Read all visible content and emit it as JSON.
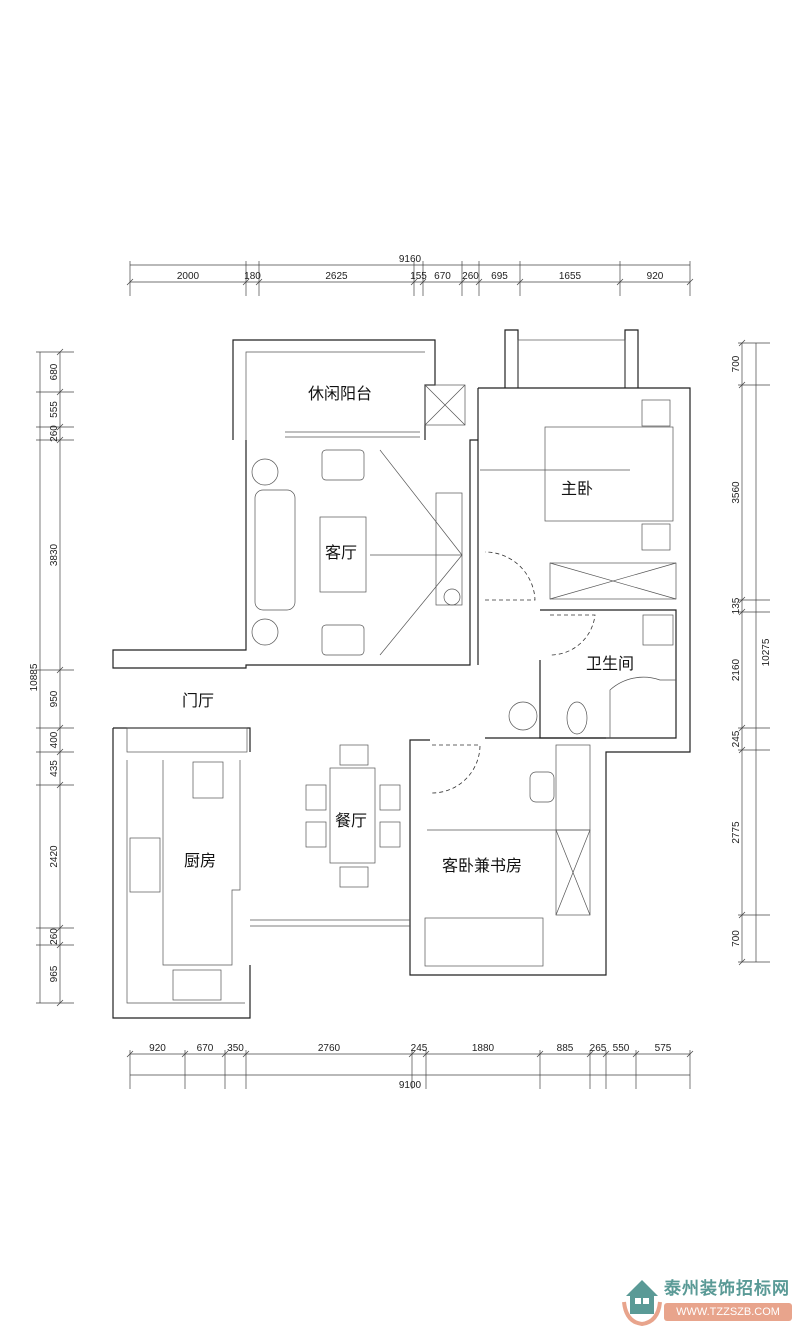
{
  "rooms": {
    "leisure_balcony": "休闲阳台",
    "master_bedroom": "主卧",
    "living_room": "客厅",
    "bathroom": "卫生间",
    "foyer": "门厅",
    "dining_room": "餐厅",
    "kitchen": "厨房",
    "guest_study": "客卧兼书房"
  },
  "dimensions": {
    "top_total": "9160",
    "top": [
      "2000",
      "180",
      "2625",
      "155",
      "670",
      "260",
      "695",
      "1655",
      "920"
    ],
    "bottom_total": "9100",
    "bottom": [
      "920",
      "670",
      "350",
      "2760",
      "245",
      "1880",
      "885",
      "265",
      "550",
      "575"
    ],
    "left_total": "10885",
    "left": [
      "680",
      "555",
      "260",
      "3830",
      "950",
      "400",
      "435",
      "2420",
      "260",
      "965"
    ],
    "right_total": "10275",
    "right": [
      "700",
      "3560",
      "135",
      "2160",
      "245",
      "2775",
      "700"
    ]
  },
  "watermark": {
    "title": "泰州装饰招标网",
    "url": "WWW.TZZSZB.COM",
    "colors": {
      "teal": "#5a9a96",
      "salmon": "#e8a48c"
    }
  }
}
